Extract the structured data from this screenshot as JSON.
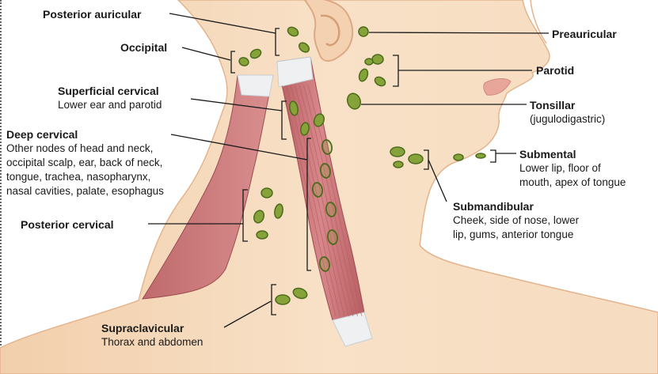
{
  "colors": {
    "skin": "#f7dfc4",
    "skin_shadow": "#eec9a3",
    "muscle": "#c9787a",
    "muscle_dark": "#a9565a",
    "tendon": "#eef0f2",
    "node_fill": "#86a33a",
    "node_stroke": "#4d6b1c",
    "leader": "#1a1a1a"
  },
  "labels": {
    "posterior_auricular": {
      "title": "Posterior auricular"
    },
    "occipital": {
      "title": "Occipital"
    },
    "superficial_cervical": {
      "title": "Superficial cervical",
      "desc": "Lower ear and parotid"
    },
    "deep_cervical": {
      "title": "Deep cervical",
      "desc_lines": [
        "Other nodes of head and neck,",
        "occipital scalp, ear, back of neck,",
        "tongue, trachea, nasopharynx,",
        "nasal cavities, palate, esophagus"
      ]
    },
    "posterior_cervical": {
      "title": "Posterior cervical"
    },
    "supraclavicular": {
      "title": "Supraclavicular",
      "desc": "Thorax and abdomen"
    },
    "preauricular": {
      "title": "Preauricular"
    },
    "parotid": {
      "title": "Parotid"
    },
    "tonsillar": {
      "title": "Tonsillar",
      "desc": "(jugulodigastric)"
    },
    "submental": {
      "title": "Submental",
      "desc_lines": [
        "Lower lip, floor of",
        "mouth, apex of tongue"
      ]
    },
    "submandibular": {
      "title": "Submandibular",
      "desc_lines": [
        "Cheek, side of nose, lower",
        "lip, gums, anterior tongue"
      ]
    }
  }
}
